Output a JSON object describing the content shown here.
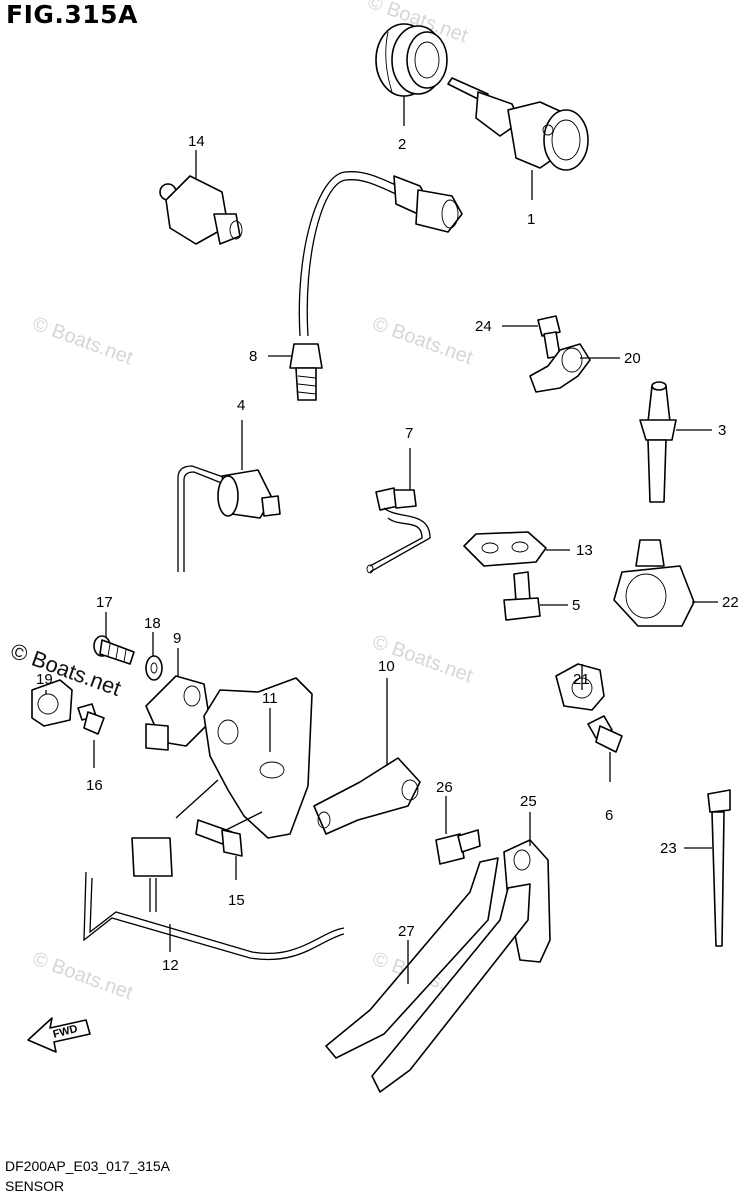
{
  "figure_title": "FIG.315A",
  "footer": {
    "code": "DF200AP_E03_017_315A",
    "name": "SENSOR"
  },
  "watermark": {
    "text": "© Boats.net"
  },
  "direction_arrow": {
    "label": "FWD"
  },
  "parts": [
    {
      "id": "p1",
      "number": "1"
    },
    {
      "id": "p2",
      "number": "2"
    },
    {
      "id": "p3",
      "number": "3"
    },
    {
      "id": "p4",
      "number": "4"
    },
    {
      "id": "p5",
      "number": "5"
    },
    {
      "id": "p6",
      "number": "6"
    },
    {
      "id": "p7",
      "number": "7"
    },
    {
      "id": "p8",
      "number": "8"
    },
    {
      "id": "p9",
      "number": "9"
    },
    {
      "id": "p10",
      "number": "10"
    },
    {
      "id": "p11",
      "number": "11"
    },
    {
      "id": "p12",
      "number": "12"
    },
    {
      "id": "p13",
      "number": "13"
    },
    {
      "id": "p14",
      "number": "14"
    },
    {
      "id": "p15",
      "number": "15"
    },
    {
      "id": "p16",
      "number": "16"
    },
    {
      "id": "p17",
      "number": "17"
    },
    {
      "id": "p18",
      "number": "18"
    },
    {
      "id": "p19",
      "number": "19"
    },
    {
      "id": "p20",
      "number": "20"
    },
    {
      "id": "p21",
      "number": "21"
    },
    {
      "id": "p22",
      "number": "22"
    },
    {
      "id": "p23",
      "number": "23"
    },
    {
      "id": "p24",
      "number": "24"
    },
    {
      "id": "p25",
      "number": "25"
    },
    {
      "id": "p26",
      "number": "26"
    },
    {
      "id": "p27",
      "number": "27"
    }
  ]
}
